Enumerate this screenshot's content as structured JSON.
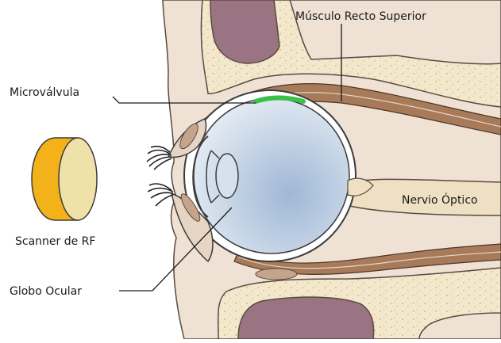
{
  "labels": {
    "superior_rectus": "Músculo Recto Superior",
    "microvalve": "Microválvula",
    "scanner": "Scanner de RF",
    "optic_nerve": "Nervio Óptico",
    "eyeball": "Globo Ocular"
  },
  "colors": {
    "tissue": "#efe2d5",
    "bone": "#f3e7cc",
    "sinus": "#9b7483",
    "muscle": "#a77a5a",
    "eyeball": "#c9d7e8",
    "microvalve": "#3cbf4a",
    "scanner_gold": "#f3b11a",
    "scanner_face": "#efe2a9",
    "nerve": "#efe0c4"
  },
  "icons": {
    "scanner": "rf-scanner-disc-icon"
  }
}
